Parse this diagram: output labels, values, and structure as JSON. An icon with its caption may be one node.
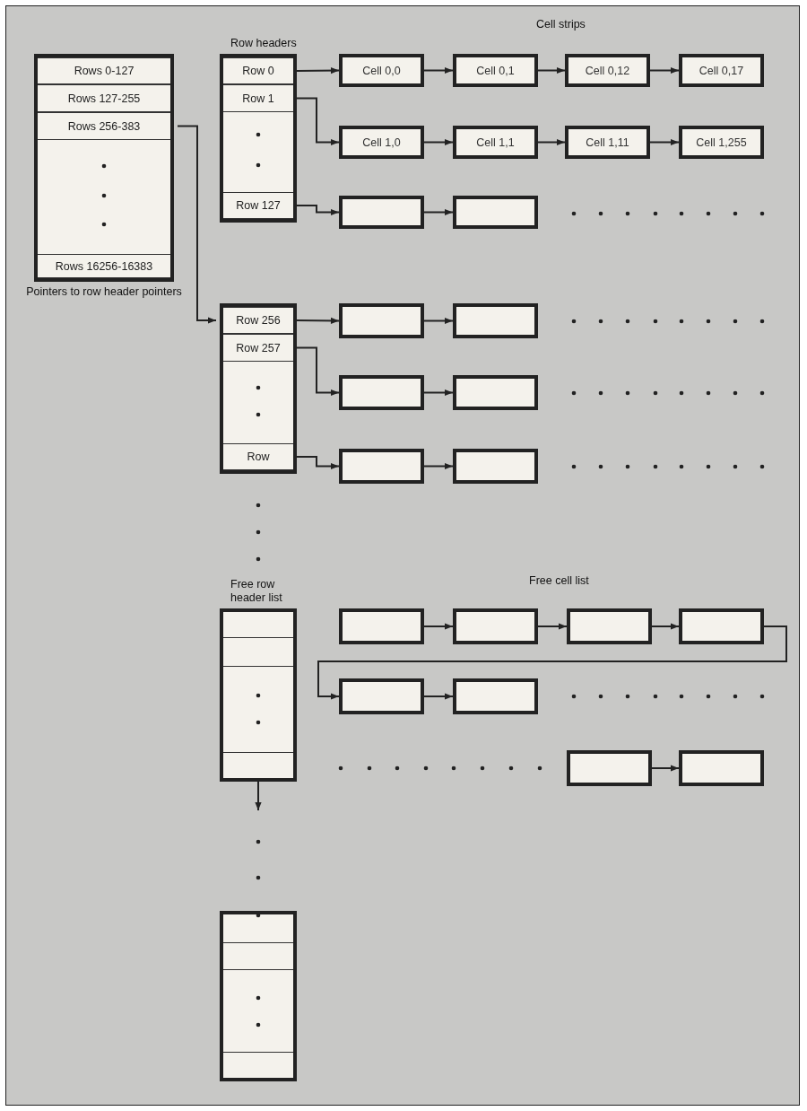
{
  "diagram": {
    "nodes": [
      {
        "text": [
          "Pointers to row header pointers"
        ]
      },
      {
        "text": [
          "Rows 0-127"
        ],
        "in": 0
      },
      {
        "text": [
          "Rows 127-255"
        ],
        "in": 0
      },
      {
        "text": [
          "Rows 256-383"
        ],
        "in": 0
      },
      {
        "text": [
          "Rows 16256-16383"
        ],
        "in": 0
      },
      {
        "text": [
          "Row headers"
        ]
      },
      {
        "text": [
          "Row 0"
        ],
        "in": 5
      },
      {
        "text": [
          "Row 1"
        ],
        "in": 5
      },
      {
        "text": [
          "Row 127"
        ],
        "in": 5
      },
      {
        "text": [
          "Cell 0,0"
        ]
      },
      {
        "text": [
          "Cell 0,1"
        ]
      },
      {
        "text": [
          "Cell 0,12"
        ]
      },
      {
        "text": [
          "Cell 0,17"
        ]
      },
      {
        "text": [
          "Cell 1,0"
        ]
      },
      {
        "text": [
          "Cell 1,1"
        ]
      },
      {
        "text": [
          "Cell 1,11"
        ]
      },
      {
        "text": [
          "Cell 1,255"
        ]
      },
      {
        "text": [],
        "shape": "box"
      },
      {
        "text": [],
        "shape": "box"
      },
      {
        "text": [],
        "shape": "box"
      },
      {
        "text": [
          "Row 256"
        ],
        "in": 19
      },
      {
        "text": [
          "Row 257"
        ],
        "in": 19
      },
      {
        "text": [
          "Row"
        ],
        "in": 19
      },
      {
        "text": [],
        "shape": "box"
      },
      {
        "text": [],
        "shape": "box"
      },
      {
        "text": [],
        "shape": "box"
      },
      {
        "text": [],
        "shape": "box"
      },
      {
        "text": [],
        "shape": "box"
      },
      {
        "text": [],
        "shape": "box"
      },
      {
        "text": [
          "Free row header list"
        ]
      },
      {
        "text": [],
        "shape": "box"
      },
      {
        "text": [],
        "shape": "box"
      },
      {
        "text": [],
        "shape": "box"
      },
      {
        "text": [],
        "shape": "box"
      },
      {
        "text": [],
        "shape": "box"
      },
      {
        "text": [],
        "shape": "box"
      },
      {
        "text": [],
        "shape": "box"
      },
      {
        "text": [],
        "shape": "box"
      },
      {
        "text": [],
        "shape": "box"
      }
    ],
    "edges": [
      {
        "from": 3,
        "to": 20,
        "arrow": "to"
      },
      {
        "from": 6,
        "to": 9,
        "arrow": "to"
      },
      {
        "from": 9,
        "to": 10,
        "arrow": "to"
      },
      {
        "from": 10,
        "to": 11,
        "arrow": "to"
      },
      {
        "from": 11,
        "to": 12,
        "arrow": "to"
      },
      {
        "from": 7,
        "to": 13,
        "arrow": "to"
      },
      {
        "from": 13,
        "to": 14,
        "arrow": "to"
      },
      {
        "from": 14,
        "to": 15,
        "arrow": "to"
      },
      {
        "from": 15,
        "to": 16,
        "arrow": "to"
      },
      {
        "from": 8,
        "to": 17,
        "arrow": "to"
      },
      {
        "from": 17,
        "to": 18,
        "arrow": "to"
      },
      {
        "from": 20,
        "to": 23,
        "arrow": "to"
      },
      {
        "from": 23,
        "to": 24,
        "arrow": "to"
      },
      {
        "from": 21,
        "to": 25,
        "arrow": "to"
      },
      {
        "from": 25,
        "to": 26,
        "arrow": "to"
      },
      {
        "from": 22,
        "to": 27,
        "arrow": "to"
      },
      {
        "from": 27,
        "to": 28,
        "arrow": "to"
      },
      {
        "from": 29,
        "to": null,
        "arrow": "to"
      },
      {
        "from": 31,
        "to": 32,
        "arrow": "to"
      },
      {
        "from": 32,
        "to": 33,
        "arrow": "to"
      },
      {
        "from": 33,
        "to": 34,
        "arrow": "to"
      },
      {
        "from": 34,
        "to": 35,
        "arrow": "to"
      },
      {
        "from": 35,
        "to": 36,
        "arrow": "to"
      },
      {
        "from": 37,
        "to": 38,
        "arrow": "to"
      }
    ],
    "labels": [
      "Cell strips",
      "Free cell list"
    ]
  }
}
